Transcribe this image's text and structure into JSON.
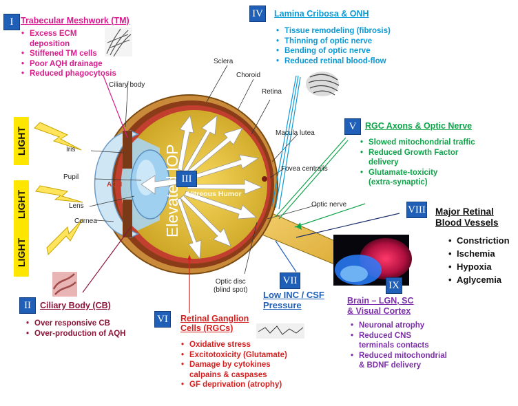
{
  "light": {
    "labels": [
      "LIGHT",
      "LIGHT",
      "LIGHT"
    ],
    "color": "#ffe600"
  },
  "eye": {
    "sclera": "Sclera",
    "choroid": "Choroid",
    "retina": "Retina",
    "ciliary_body": "Ciliary body",
    "iris": "Iris",
    "pupil": "Pupil",
    "lens": "Lens",
    "cornea": "Cornea",
    "aqh": "AQH",
    "macula": "Macula lutea",
    "fovea": "Fovea centralis",
    "optic_nerve": "Optic nerve",
    "optic_disc": "Optic disc\n(blind spot)",
    "elevated_iop": "Elevated IOP",
    "vitreous": "Vitreous Humor"
  },
  "sections": {
    "s1": {
      "num": "I",
      "title": "Trabecular Meshwork (TM)",
      "color": "#d81b8c",
      "items": [
        "Excess ECM\ndeposition",
        "Stiffened TM cells",
        "Poor AQH drainage",
        "Reduced phagocytosis"
      ]
    },
    "s2": {
      "num": "II",
      "title": "Ciliary Body (CB)",
      "color": "#8b1538",
      "items": [
        "Over responsive CB",
        "Over-production  of AQH"
      ]
    },
    "s3": {
      "num": "III"
    },
    "s4": {
      "num": "IV",
      "title": "Lamina Cribosa & ONH",
      "color": "#0b9ad6",
      "items": [
        "Tissue remodeling (fibrosis)",
        "Thinning of optic nerve",
        "Bending of optic nerve",
        "Reduced retinal blood-flow"
      ]
    },
    "s5": {
      "num": "V",
      "title": "RGC Axons & Optic Nerve",
      "color": "#0fa34a",
      "items": [
        "Slowed mitochondrial traffic",
        "Reduced Growth Factor\ndelivery",
        "Glutamate-toxicity\n(extra-synaptic)"
      ]
    },
    "s6": {
      "num": "VI",
      "title": "Retinal Ganglion\nCells (RGCs)",
      "color": "#d4201f",
      "items": [
        "Oxidative stress",
        "Excitotoxicity  (Glutamate)",
        "Damage by cytokines\ncalpains & caspases",
        "GF deprivation (atrophy)"
      ]
    },
    "s7": {
      "num": "VII",
      "title": "Low INC / CSF\nPressure",
      "color": "#1f5fb8"
    },
    "s8": {
      "num": "VIII",
      "title": "Major Retinal\nBlood Vessels",
      "color": "#111111",
      "items": [
        "Constriction",
        "Ischemia",
        "Hypoxia",
        "Aglycemia"
      ]
    },
    "s9": {
      "num": "IX",
      "title": "Brain – LGN, SC\n& Visual Cortex",
      "color": "#7b2fa8",
      "items": [
        "Neuronal atrophy",
        "Reduced CNS\nterminals contacts",
        "Reduced mitochondrial\n& BDNF delivery"
      ]
    }
  }
}
